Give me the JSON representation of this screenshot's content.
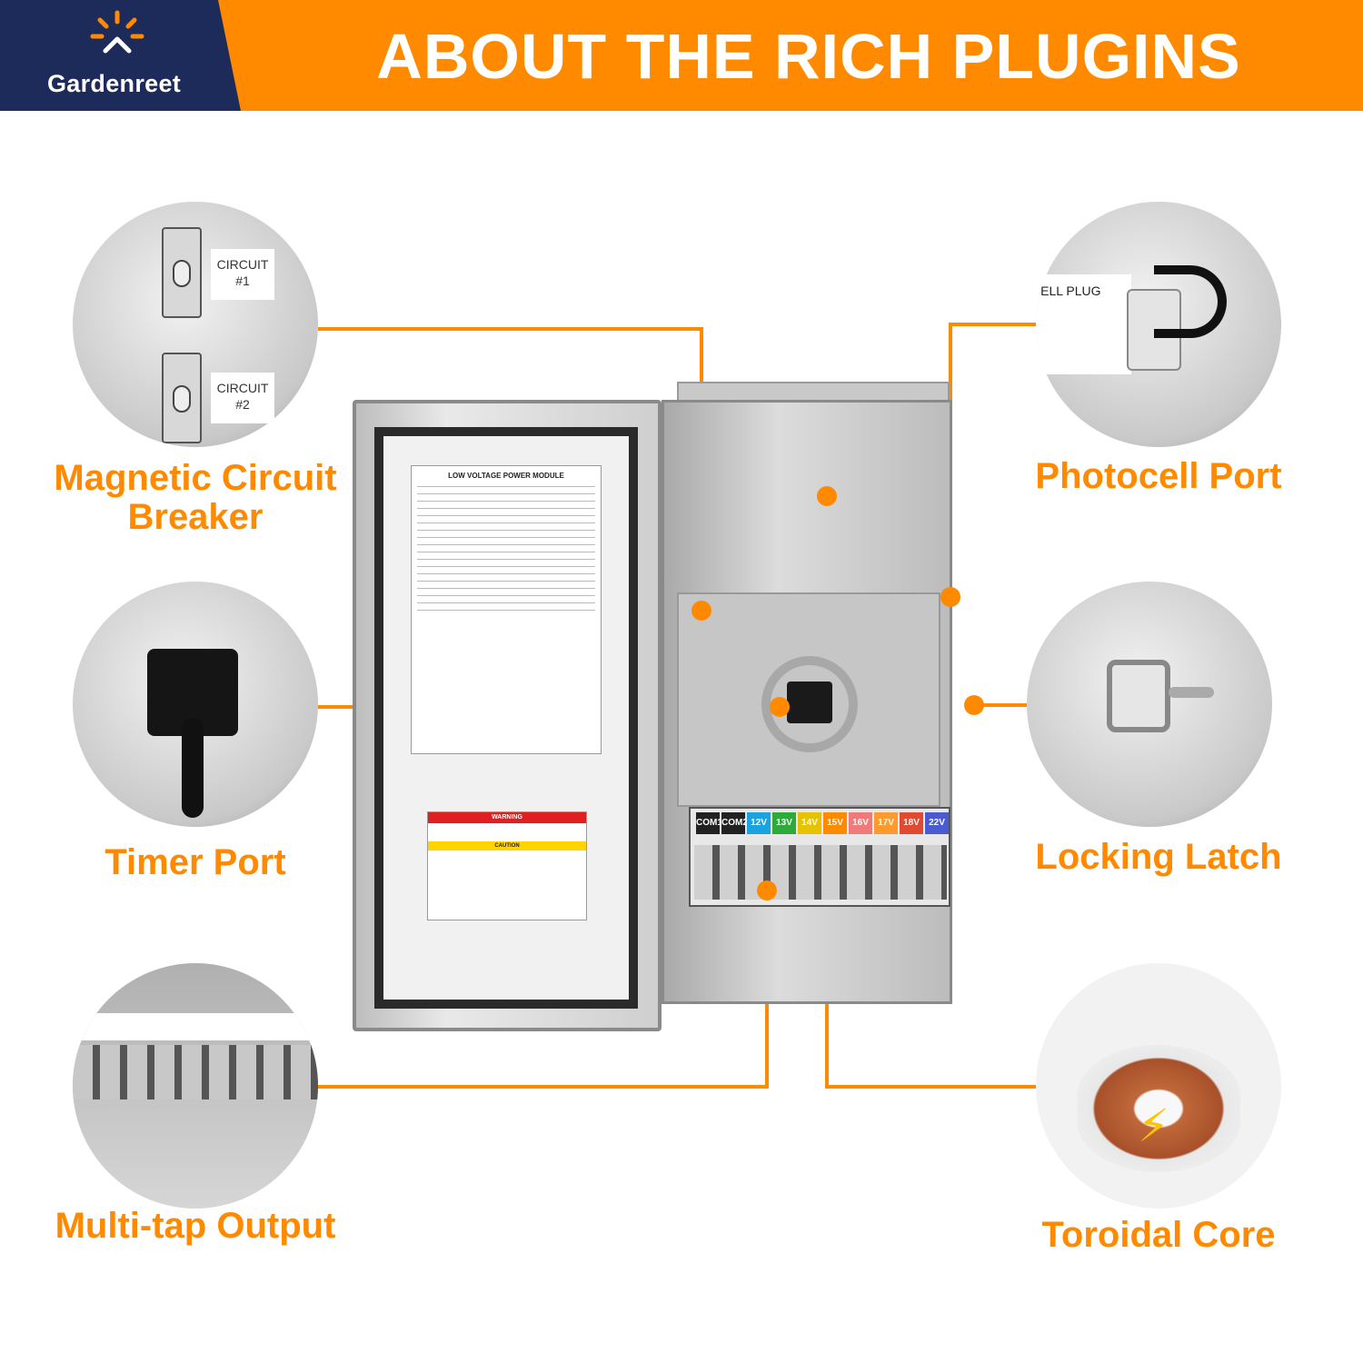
{
  "header": {
    "brand": "Gardenreet",
    "title": "ABOUT THE RICH PLUGINS"
  },
  "features": {
    "breaker": "Magnetic Circuit\nBreaker",
    "timer": "Timer Port",
    "multitap": "Multi-tap Output",
    "photocell": "Photocell Port",
    "latch": "Locking Latch",
    "toroidal": "Toroidal Core"
  },
  "breaker_tags": [
    "CIRCUIT\n#1",
    "CIRCUIT\n#2"
  ],
  "taps": [
    "COM1",
    "COM2",
    "12V",
    "13V",
    "14V",
    "15V",
    "16V",
    "17V",
    "18V",
    "22V"
  ],
  "tap_colors": [
    "#222222",
    "#222222",
    "#1aa3e0",
    "#2eaa3a",
    "#e6c200",
    "#ff8a00",
    "#f07a7a",
    "#ff9a2e",
    "#e04a30",
    "#4a5ad0"
  ],
  "sticker": {
    "title": "LOW VOLTAGE POWER MODULE"
  },
  "warning": {
    "warn": "WARNING",
    "caution": "CAUTION"
  },
  "photocell_text": "CELL PLUG",
  "colors": {
    "accent": "#ff8a00",
    "navy": "#1d2b5b"
  }
}
